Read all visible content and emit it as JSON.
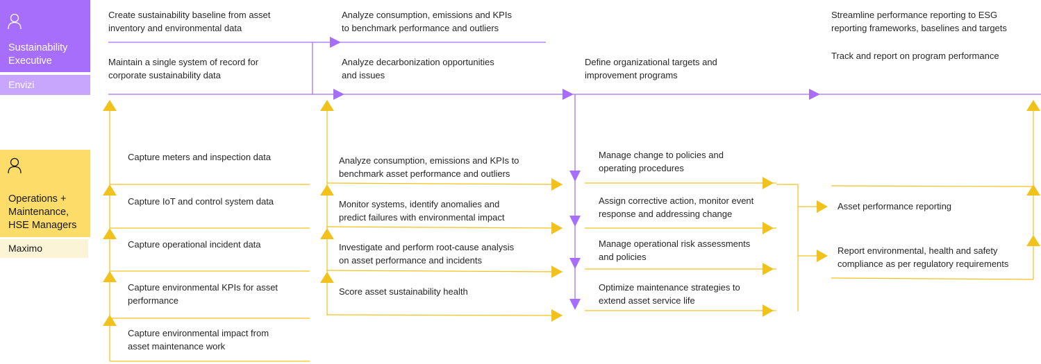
{
  "roles": {
    "sustainability": {
      "title_line1": "Sustainability",
      "title_line2": "Executive",
      "product": "Envizi",
      "icon": "user-icon"
    },
    "operations": {
      "title_line1": "Operations +",
      "title_line2": "Maintenance,",
      "title_line3": "HSE Managers",
      "product": "Maximo",
      "icon": "user-icon"
    }
  },
  "executive_lane": {
    "col1": [
      "Create sustainability baseline from asset",
      "inventory and environmental data",
      "Maintain a single system of record for",
      "corporate sustainability data"
    ],
    "col2": [
      "Analyze consumption, emissions and KPIs",
      "to benchmark performance and outliers",
      "Analyze decarbonization opportunities",
      "and issues"
    ],
    "col3": [
      "Define organizational targets and",
      "improvement programs"
    ],
    "col4": [
      "Streamline performance reporting to ESG",
      "reporting frameworks, baselines and targets",
      "Track and report on program performance"
    ]
  },
  "operations_lane": {
    "col1": [
      "Capture meters and inspection data",
      "Capture IoT and control system data",
      "Capture operational incident data",
      "Capture environmental KPIs for asset",
      "performance",
      "Capture environmental impact from",
      "asset maintenance work"
    ],
    "col2": [
      "Analyze consumption, emissions and KPIs to",
      "benchmark asset performance and outliers",
      "Monitor systems, identify anomalies and",
      "predict failures with environmental impact",
      "Investigate and perform root-cause analysis",
      "on asset performance and incidents",
      "Score asset sustainability health"
    ],
    "col3": [
      "Manage change to policies and",
      "operating procedures",
      "Assign corrective action, monitor event",
      "response and addressing change",
      "Manage operational risk assessments",
      "and policies",
      "Optimize maintenance strategies to",
      "extend asset service life"
    ],
    "col4": [
      "Asset performance reporting",
      "Report environmental, health and safety",
      "compliance as per regulatory requirements"
    ]
  },
  "colors": {
    "purple": "#a66efa",
    "purple_light": "#c8a6fd",
    "yellow": "#fddc69",
    "yellow_light": "#fcf4d6",
    "gold": "#f1c21b"
  }
}
